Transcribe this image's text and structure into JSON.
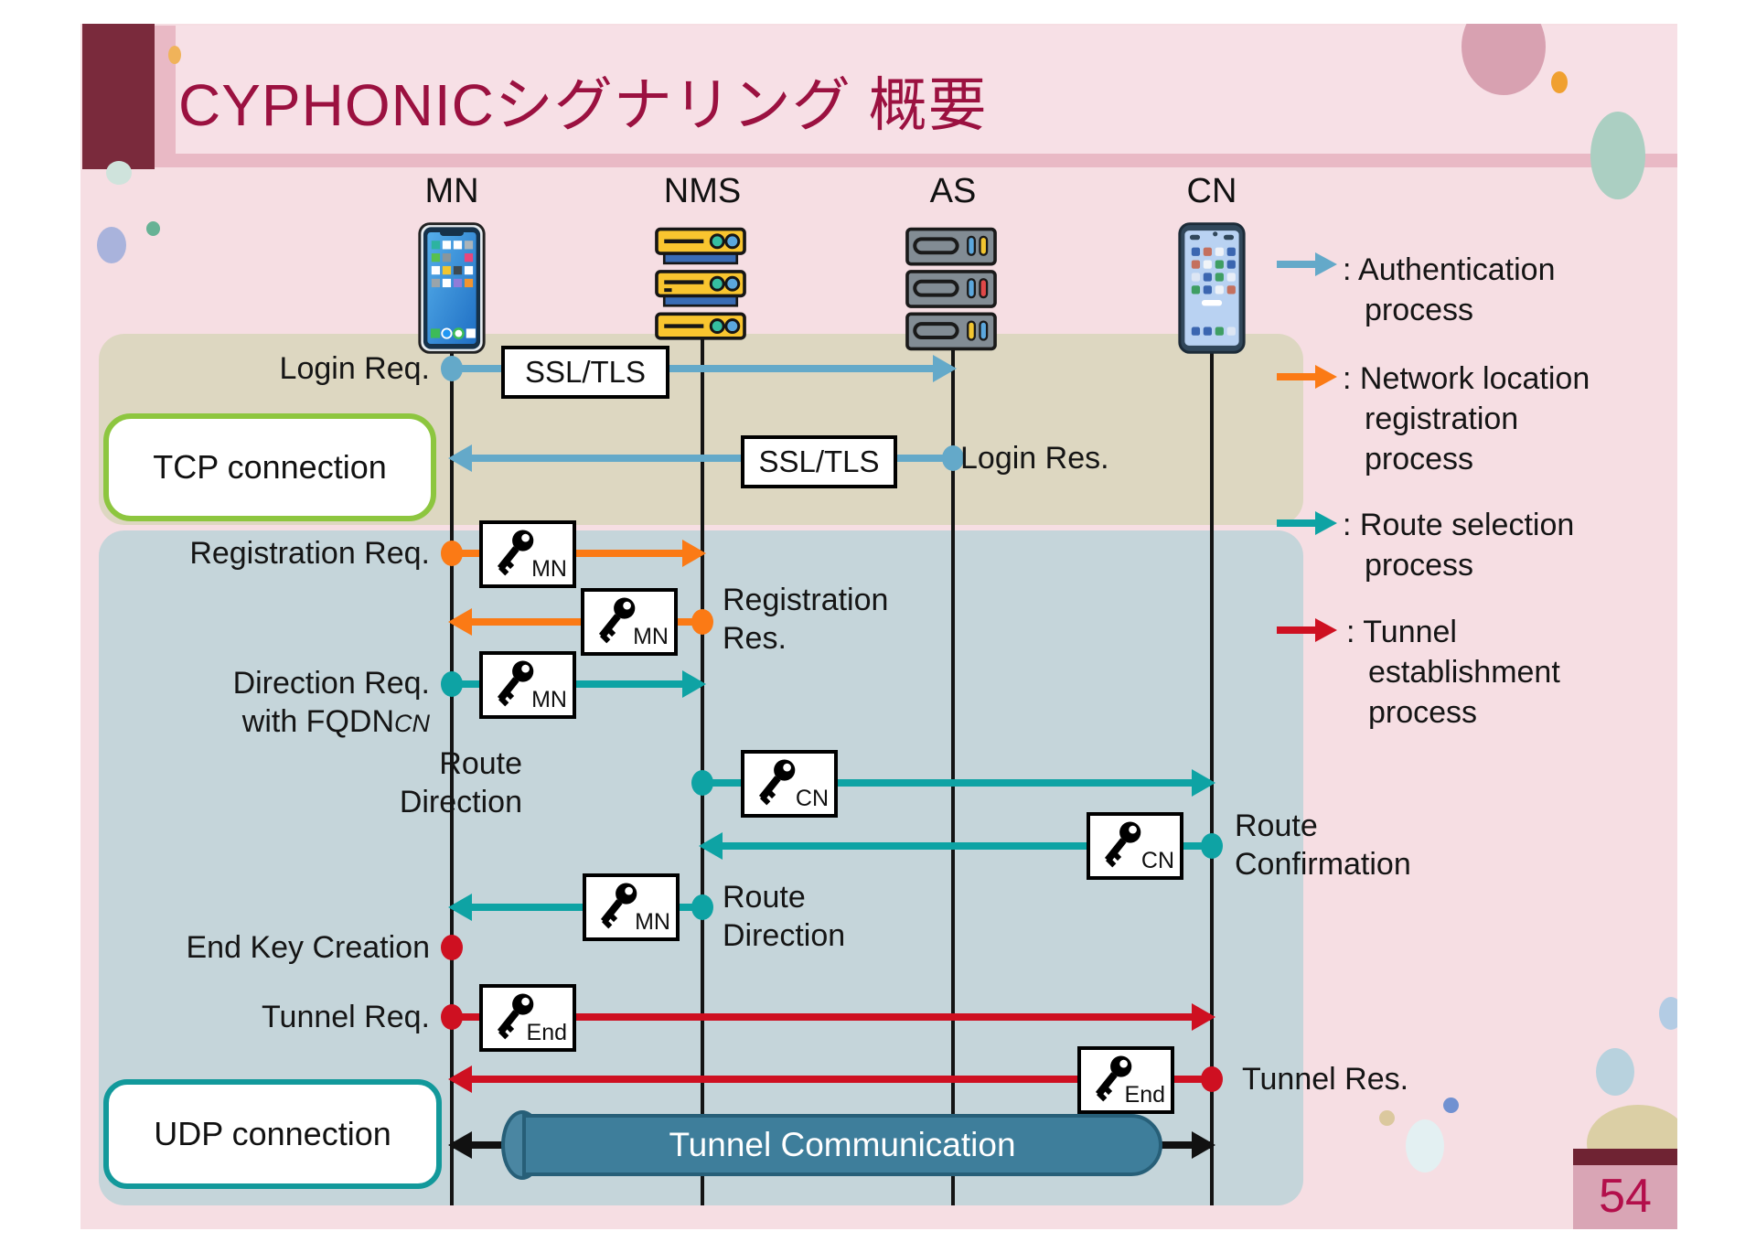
{
  "slide": {
    "title": "CYPHONICシグナリング 概要",
    "page_number": "54"
  },
  "entities": [
    {
      "id": "mn",
      "label": "MN",
      "icon": "smartphone-icon"
    },
    {
      "id": "nms",
      "label": "NMS",
      "icon": "server-stack-icon"
    },
    {
      "id": "as",
      "label": "AS",
      "icon": "server-stack-icon"
    },
    {
      "id": "cn",
      "label": "CN",
      "icon": "smartphone-icon"
    }
  ],
  "boxes": {
    "tcp": "TCP connection",
    "udp": "UDP connection"
  },
  "messages": {
    "login_req": "Login Req.",
    "ssl_tls": "SSL/TLS",
    "login_res": "Login Res.",
    "registration_req": "Registration Req.",
    "registration_res_line1": "Registration",
    "registration_res_line2": "Res.",
    "direction_req_line1": "Direction Req.",
    "direction_req_line2": "with FQDN",
    "direction_req_sub": "CN",
    "route_direction_line1": "Route",
    "route_direction_line2": "Direction",
    "route_confirmation_line1": "Route",
    "route_confirmation_line2": "Confirmation",
    "end_key_creation": "End Key Creation",
    "tunnel_req": "Tunnel Req.",
    "tunnel_res": "Tunnel Res.",
    "tunnel_communication": "Tunnel Communication"
  },
  "keys": {
    "mn": "MN",
    "cn": "CN",
    "end": "End"
  },
  "legend": [
    {
      "color": "#64a9c9",
      "lines": [
        ": Authentication",
        "process"
      ]
    },
    {
      "color": "#fb7a15",
      "lines": [
        ": Network location",
        "registration",
        "process"
      ]
    },
    {
      "color": "#0ea3a4",
      "lines": [
        ": Route selection",
        "process"
      ]
    },
    {
      "color": "#ce1021",
      "lines": [
        ": Tunnel",
        "establishment",
        "process"
      ]
    }
  ],
  "colors": {
    "background": "#f6dee3",
    "title_text": "#9b1140",
    "title_block": "#7a2a3c",
    "title_band": "#e9b9c5",
    "tan_region": "#ddd7c1",
    "blue_region": "#c5d5da",
    "auth_arrow": "#64a9c9",
    "registration_arrow": "#fb7a15",
    "route_arrow": "#0ea3a4",
    "tunnel_arrow": "#ce1021",
    "tcp_border": "#8dc63f",
    "udp_border": "#12999b",
    "cylinder": "#3e7e9b",
    "page_number": "#b30f4b"
  }
}
